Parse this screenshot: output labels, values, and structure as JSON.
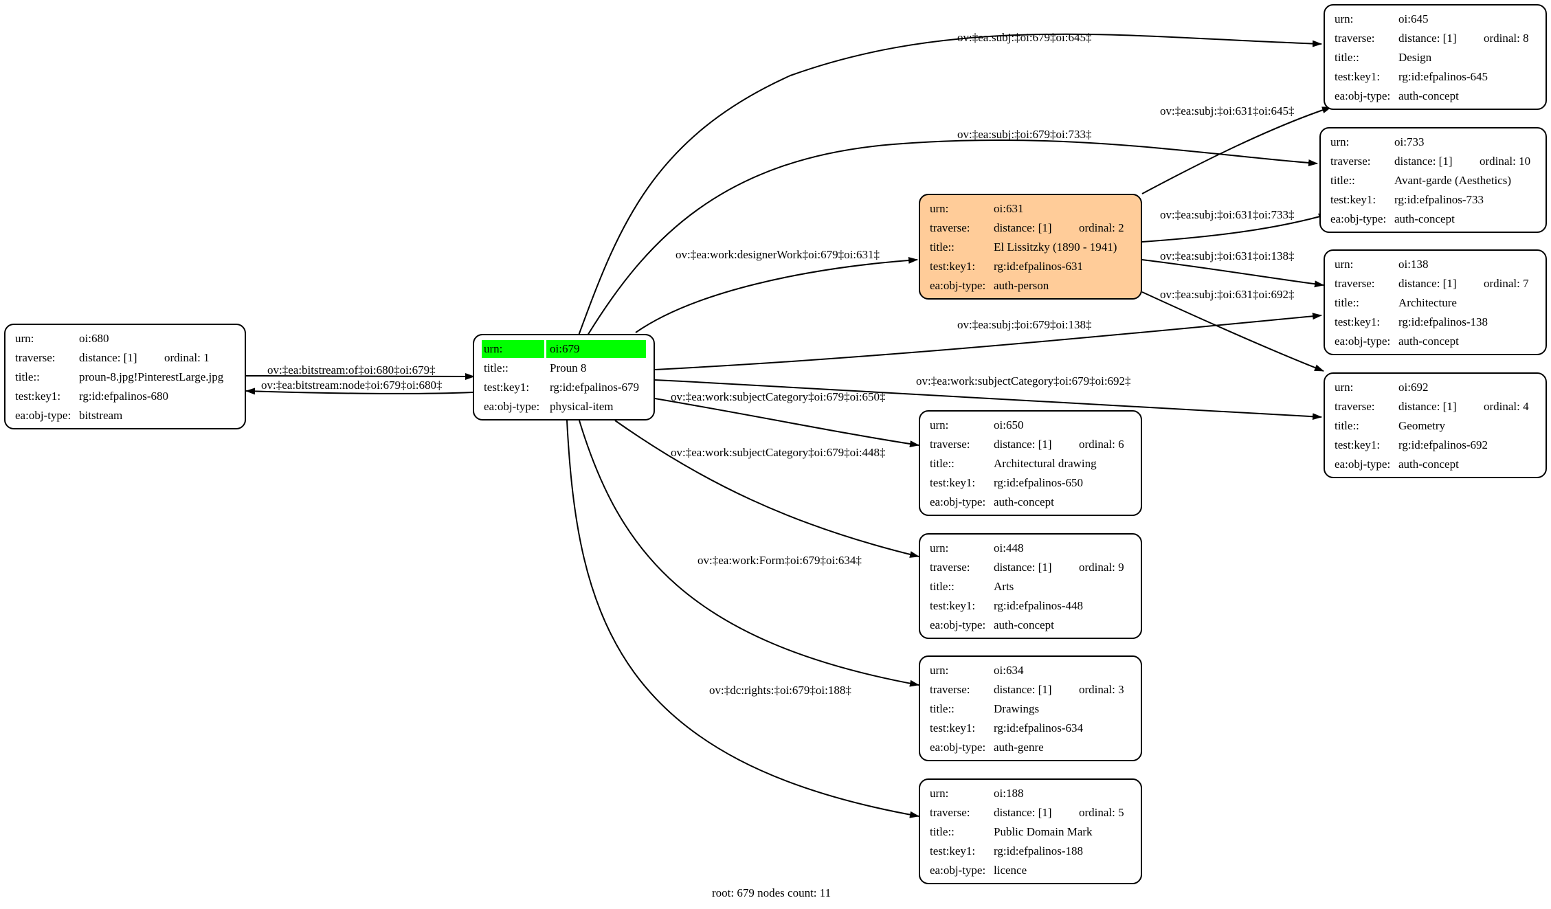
{
  "footer": "root: 679 nodes count: 11",
  "colors": {
    "root_highlight": "#00ff00",
    "person_fill": "#ffcc99"
  },
  "nodes": {
    "n680": {
      "urn": "oi:680",
      "distance": "distance: [1]",
      "ordinal": "ordinal: 1",
      "title": "proun-8.jpg!PinterestLarge.jpg",
      "key": "rg:id:efpalinos-680",
      "type": "bitstream"
    },
    "n679": {
      "urn": "oi:679",
      "title": "Proun 8",
      "key": "rg:id:efpalinos-679",
      "type": "physical-item"
    },
    "n631": {
      "urn": "oi:631",
      "distance": "distance: [1]",
      "ordinal": "ordinal: 2",
      "title": "El Lissitzky (1890 - 1941)",
      "key": "rg:id:efpalinos-631",
      "type": "auth-person"
    },
    "n650": {
      "urn": "oi:650",
      "distance": "distance: [1]",
      "ordinal": "ordinal: 6",
      "title": "Architectural drawing",
      "key": "rg:id:efpalinos-650",
      "type": "auth-concept"
    },
    "n448": {
      "urn": "oi:448",
      "distance": "distance: [1]",
      "ordinal": "ordinal: 9",
      "title": "Arts",
      "key": "rg:id:efpalinos-448",
      "type": "auth-concept"
    },
    "n634": {
      "urn": "oi:634",
      "distance": "distance: [1]",
      "ordinal": "ordinal: 3",
      "title": "Drawings",
      "key": "rg:id:efpalinos-634",
      "type": "auth-genre"
    },
    "n188": {
      "urn": "oi:188",
      "distance": "distance: [1]",
      "ordinal": "ordinal: 5",
      "title": "Public Domain Mark",
      "key": "rg:id:efpalinos-188",
      "type": "licence"
    },
    "n645": {
      "urn": "oi:645",
      "distance": "distance: [1]",
      "ordinal": "ordinal: 8",
      "title": "Design",
      "key": "rg:id:efpalinos-645",
      "type": "auth-concept"
    },
    "n733": {
      "urn": "oi:733",
      "distance": "distance: [1]",
      "ordinal": "ordinal: 10",
      "title": "Avant-garde (Aesthetics)",
      "key": "rg:id:efpalinos-733",
      "type": "auth-concept"
    },
    "n138": {
      "urn": "oi:138",
      "distance": "distance: [1]",
      "ordinal": "ordinal: 7",
      "title": "Architecture",
      "key": "rg:id:efpalinos-138",
      "type": "auth-concept"
    },
    "n692": {
      "urn": "oi:692",
      "distance": "distance: [1]",
      "ordinal": "ordinal: 4",
      "title": "Geometry",
      "key": "rg:id:efpalinos-692",
      "type": "auth-concept"
    }
  },
  "field_labels": {
    "urn": "urn:",
    "traverse": "traverse:",
    "title": "title::",
    "key": "test:key1:",
    "type": "ea:obj-type:"
  },
  "edges": {
    "e1": "ov:‡ea:bitstream:of‡oi:680‡oi:679‡",
    "e2": "ov:‡ea:bitstream:node‡oi:679‡oi:680‡",
    "e3": "ov:‡ea:subj:‡oi:679‡oi:645‡",
    "e4": "ov:‡ea:subj:‡oi:679‡oi:733‡",
    "e5": "ov:‡ea:work:designerWork‡oi:679‡oi:631‡",
    "e6": "ov:‡ea:subj:‡oi:679‡oi:138‡",
    "e7": "ov:‡ea:work:subjectCategory‡oi:679‡oi:692‡",
    "e8": "ov:‡ea:work:subjectCategory‡oi:679‡oi:650‡",
    "e9": "ov:‡ea:work:subjectCategory‡oi:679‡oi:448‡",
    "e10": "ov:‡ea:work:Form‡oi:679‡oi:634‡",
    "e11": "ov:‡dc:rights:‡oi:679‡oi:188‡",
    "e12": "ov:‡ea:subj:‡oi:631‡oi:645‡",
    "e13": "ov:‡ea:subj:‡oi:631‡oi:733‡",
    "e14": "ov:‡ea:subj:‡oi:631‡oi:138‡",
    "e15": "ov:‡ea:subj:‡oi:631‡oi:692‡"
  }
}
